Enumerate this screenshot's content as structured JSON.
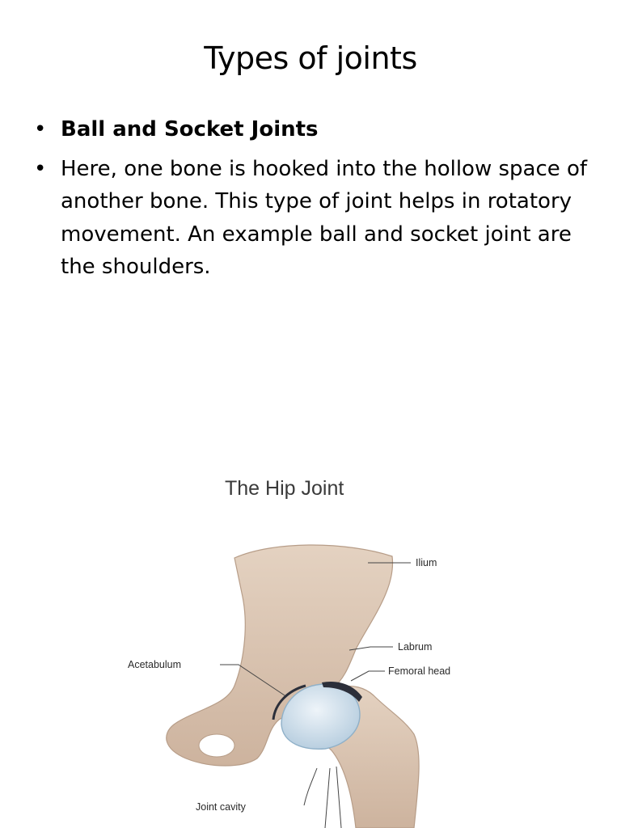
{
  "slide": {
    "title": "Types of joints",
    "bullets": [
      {
        "text": "Ball and Socket Joints",
        "bold": true
      },
      {
        "text": "Here, one bone is hooked into the hollow space of another bone. This type of joint helps in rotatory movement. An example ball and socket joint are the shoulders.",
        "bold": false
      }
    ],
    "bullet_glyph": "•"
  },
  "figure": {
    "title": "The Hip Joint",
    "labels": {
      "ilium": "Ilium",
      "labrum": "Labrum",
      "femoral_head": "Femoral head",
      "acetabulum": "Acetabulum",
      "joint_cavity": "Joint cavity"
    },
    "colors": {
      "bone": "#dcc7b4",
      "bone_shadow": "#b79d88",
      "cartilage": "#c9dbe8",
      "cartilage_edge": "#8fb0c8",
      "labrum": "#2c2f3a",
      "leader_line": "#444444"
    }
  }
}
